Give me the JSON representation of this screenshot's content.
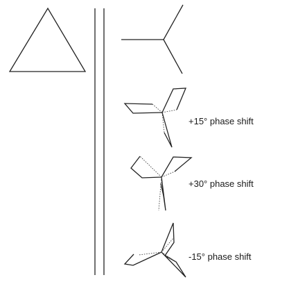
{
  "figure": {
    "labels": [
      {
        "id": "plus15",
        "text": "+15° phase shift"
      },
      {
        "id": "plus30",
        "text": "+30° phase shift"
      },
      {
        "id": "minus15",
        "text": "-15° phase shift"
      }
    ]
  },
  "colors": {
    "ink": "#222222",
    "background": "#ffffff"
  }
}
